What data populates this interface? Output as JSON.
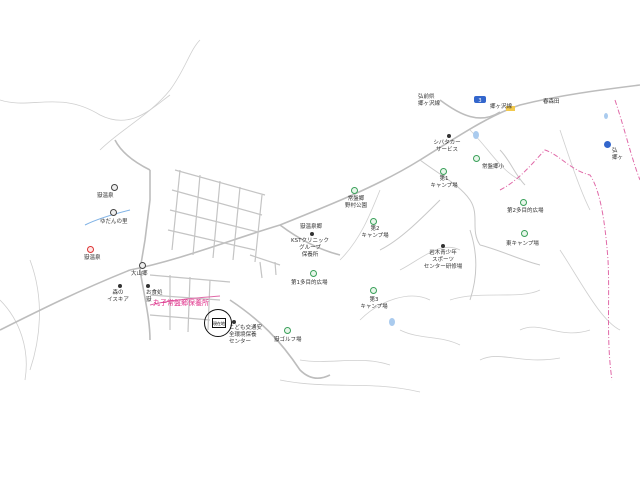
{
  "map": {
    "place_labels": [
      {
        "id": "kuroishi-hirakawa-line",
        "text": "弘前県\n郷ヶ沢線"
      },
      {
        "id": "rough-road-top",
        "text": "郷ヶ沢線"
      },
      {
        "id": "harumori",
        "text": "春森田"
      },
      {
        "id": "hirosaki-right",
        "text": "弘\n郷ヶ"
      },
      {
        "id": "shibata-service",
        "text": "シバタカー\nサービス"
      },
      {
        "id": "tsurugasawa-school",
        "text": "常盤郷小"
      },
      {
        "id": "camp1",
        "text": "第1\nキャンプ場"
      },
      {
        "id": "tawada-park",
        "text": "常盤郷\n野村公園"
      },
      {
        "id": "tarou-camp",
        "text": "第2多目的広場"
      },
      {
        "id": "camp2",
        "text": "第2\nキャンプ場"
      },
      {
        "id": "kst-clinic",
        "text": "KSTクリニック\nグループ\n保養所"
      },
      {
        "id": "aoki-sports",
        "text": "岩木青少年\nスポーツ\nセンター研修場"
      },
      {
        "id": "west-camp",
        "text": "東キャンプ場"
      },
      {
        "id": "multi1",
        "text": "第1多目的広場"
      },
      {
        "id": "camp3",
        "text": "第3\nキャンプ場"
      },
      {
        "id": "kanko-onsen",
        "text": "嶽温泉"
      },
      {
        "id": "yudanno-sato",
        "text": "ゆだんの里"
      },
      {
        "id": "yamaga-kinen",
        "text": "嶽温泉"
      },
      {
        "id": "ouyamago",
        "text": "大山郷"
      },
      {
        "id": "mori-no-iskia",
        "text": "森の\nイスキア"
      },
      {
        "id": "okashi-shop",
        "text": "お食処\n嶽"
      },
      {
        "id": "kodomo-traffic",
        "text": "こども交通安\n全環境保養\nセンター"
      },
      {
        "id": "golf",
        "text": "嶽ゴルフ場"
      },
      {
        "id": "higashi-forest",
        "text": "嶽温泉郷"
      }
    ],
    "highlight_label": "丸子常盤郷保養所",
    "marker_label": "現在地"
  }
}
